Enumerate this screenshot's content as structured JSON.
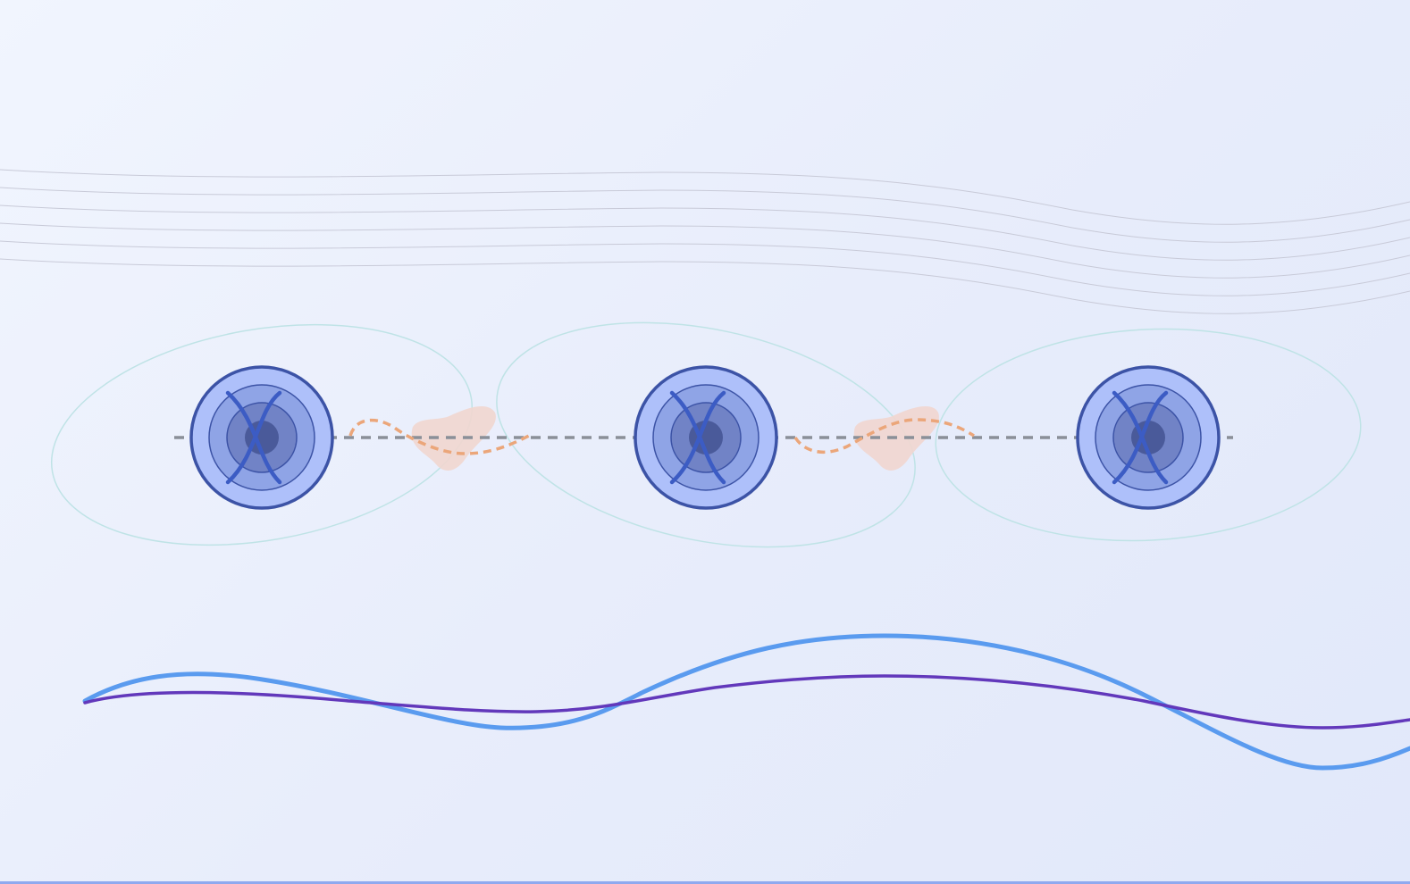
{
  "title": "",
  "colors": {
    "background_start": "#f1f5fe",
    "background_end": "#e1e8fa",
    "contour_line": "#c8cad8",
    "ellipse_outline": "#bfe3e6",
    "node_ring_outer": "#aec0fa",
    "node_ring_mid": "#8fa4e6",
    "node_ring_inner": "#7183c6",
    "node_core": "#4a5a9a",
    "node_stroke": "#3c53a6",
    "node_cross": "#3c5cc4",
    "connector_dashed": "#8a8f98",
    "orange_squiggle": "#eba67a",
    "blob_fill": "#f1d6cf",
    "wave_blue": "#5a9bef",
    "wave_purple": "#6238bb",
    "bottom_border": "#8fa9ef"
  },
  "nodes": [
    {
      "id": "node-1",
      "icon": "concentric-target-icon"
    },
    {
      "id": "node-2",
      "icon": "concentric-target-icon"
    },
    {
      "id": "node-3",
      "icon": "concentric-target-icon"
    }
  ],
  "connectors": [
    {
      "from": "node-1",
      "to": "node-2",
      "style": "dashed",
      "decoration": "squiggle-and-blob"
    },
    {
      "from": "node-2",
      "to": "node-3",
      "style": "dashed",
      "decoration": "squiggle-and-blob"
    }
  ],
  "contour_lines": {
    "count": 6
  },
  "waves": [
    {
      "name": "",
      "color_key": "wave_blue"
    },
    {
      "name": "",
      "color_key": "wave_purple"
    }
  ]
}
